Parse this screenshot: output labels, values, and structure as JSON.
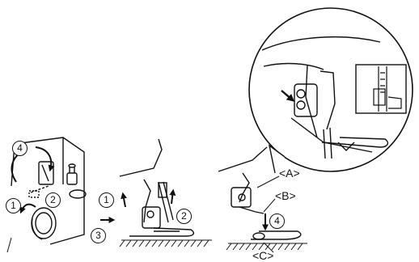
{
  "callouts": {
    "left_4": "4",
    "left_1": "1",
    "left_2": "2",
    "mid_1": "1",
    "mid_2": "2",
    "mid_3": "3",
    "right_4": "4"
  },
  "labels": {
    "A": "<A>",
    "B": "<B>",
    "C": "<C>"
  }
}
